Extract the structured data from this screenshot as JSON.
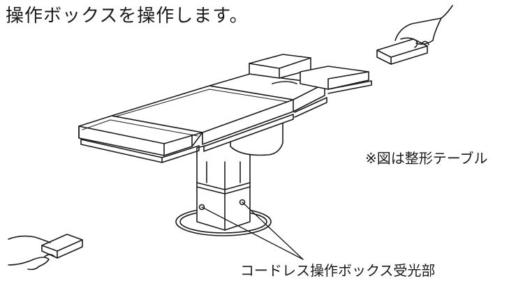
{
  "heading": "操作ボックスを操作します。",
  "note": "※図は整形テーブル",
  "receiver_label": "コードレス操作ボックス受光部",
  "colors": {
    "line": "#1a1a1a",
    "background": "#ffffff"
  }
}
